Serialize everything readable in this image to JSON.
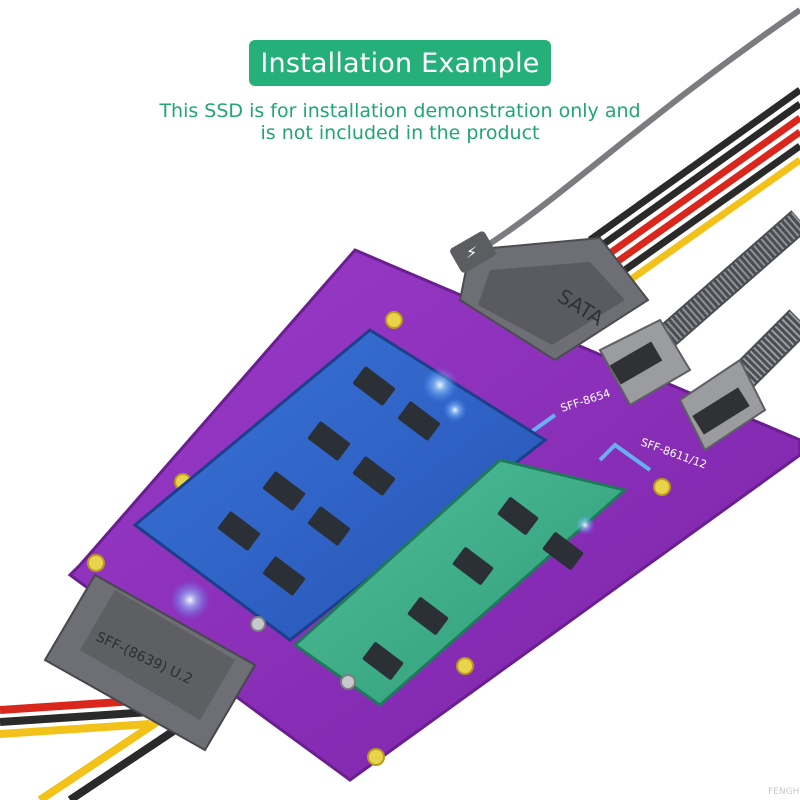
{
  "banner": {
    "title": "Installation Example"
  },
  "caption": {
    "line1": "This SSD is for installation demonstration only and",
    "line2": "is not included in the product"
  },
  "board_labels": {
    "sata": "SATA",
    "sff_8654": "SFF-8654",
    "sff_8611": "SFF-8611/12",
    "sff_8639": "SFF-(8639) U.2"
  },
  "watermark": "FENGH",
  "colors": {
    "accent": "#25b07a",
    "caption": "#1fa772",
    "board": "#8a2db8",
    "board_edge": "#6a1e90",
    "ssd_blue": "#2f63c9",
    "ssd_green": "#3fae8a",
    "connector_gray": "#6d6f74",
    "wire_red": "#d9271e",
    "wire_yellow": "#f2c21a",
    "wire_black": "#2a2a2a"
  }
}
